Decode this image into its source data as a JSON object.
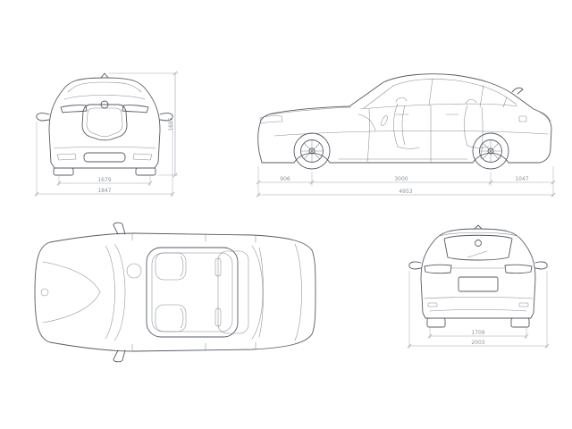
{
  "drawing": {
    "type": "vehicle-dimensions-blueprint",
    "colors": {
      "line": "#565b63",
      "dimension": "#9aa1a9",
      "background": "#ffffff"
    },
    "views": {
      "front": {
        "dims": {
          "track": "1679",
          "overall_width": "1847",
          "height": "1695"
        }
      },
      "side": {
        "dims": {
          "front_overhang": "906",
          "wheelbase": "3000",
          "rear_overhang": "1047",
          "overall_length": "4953"
        }
      },
      "top": {
        "dims": {}
      },
      "rear": {
        "dims": {
          "track": "1709",
          "overall_width": "2003"
        }
      }
    }
  }
}
